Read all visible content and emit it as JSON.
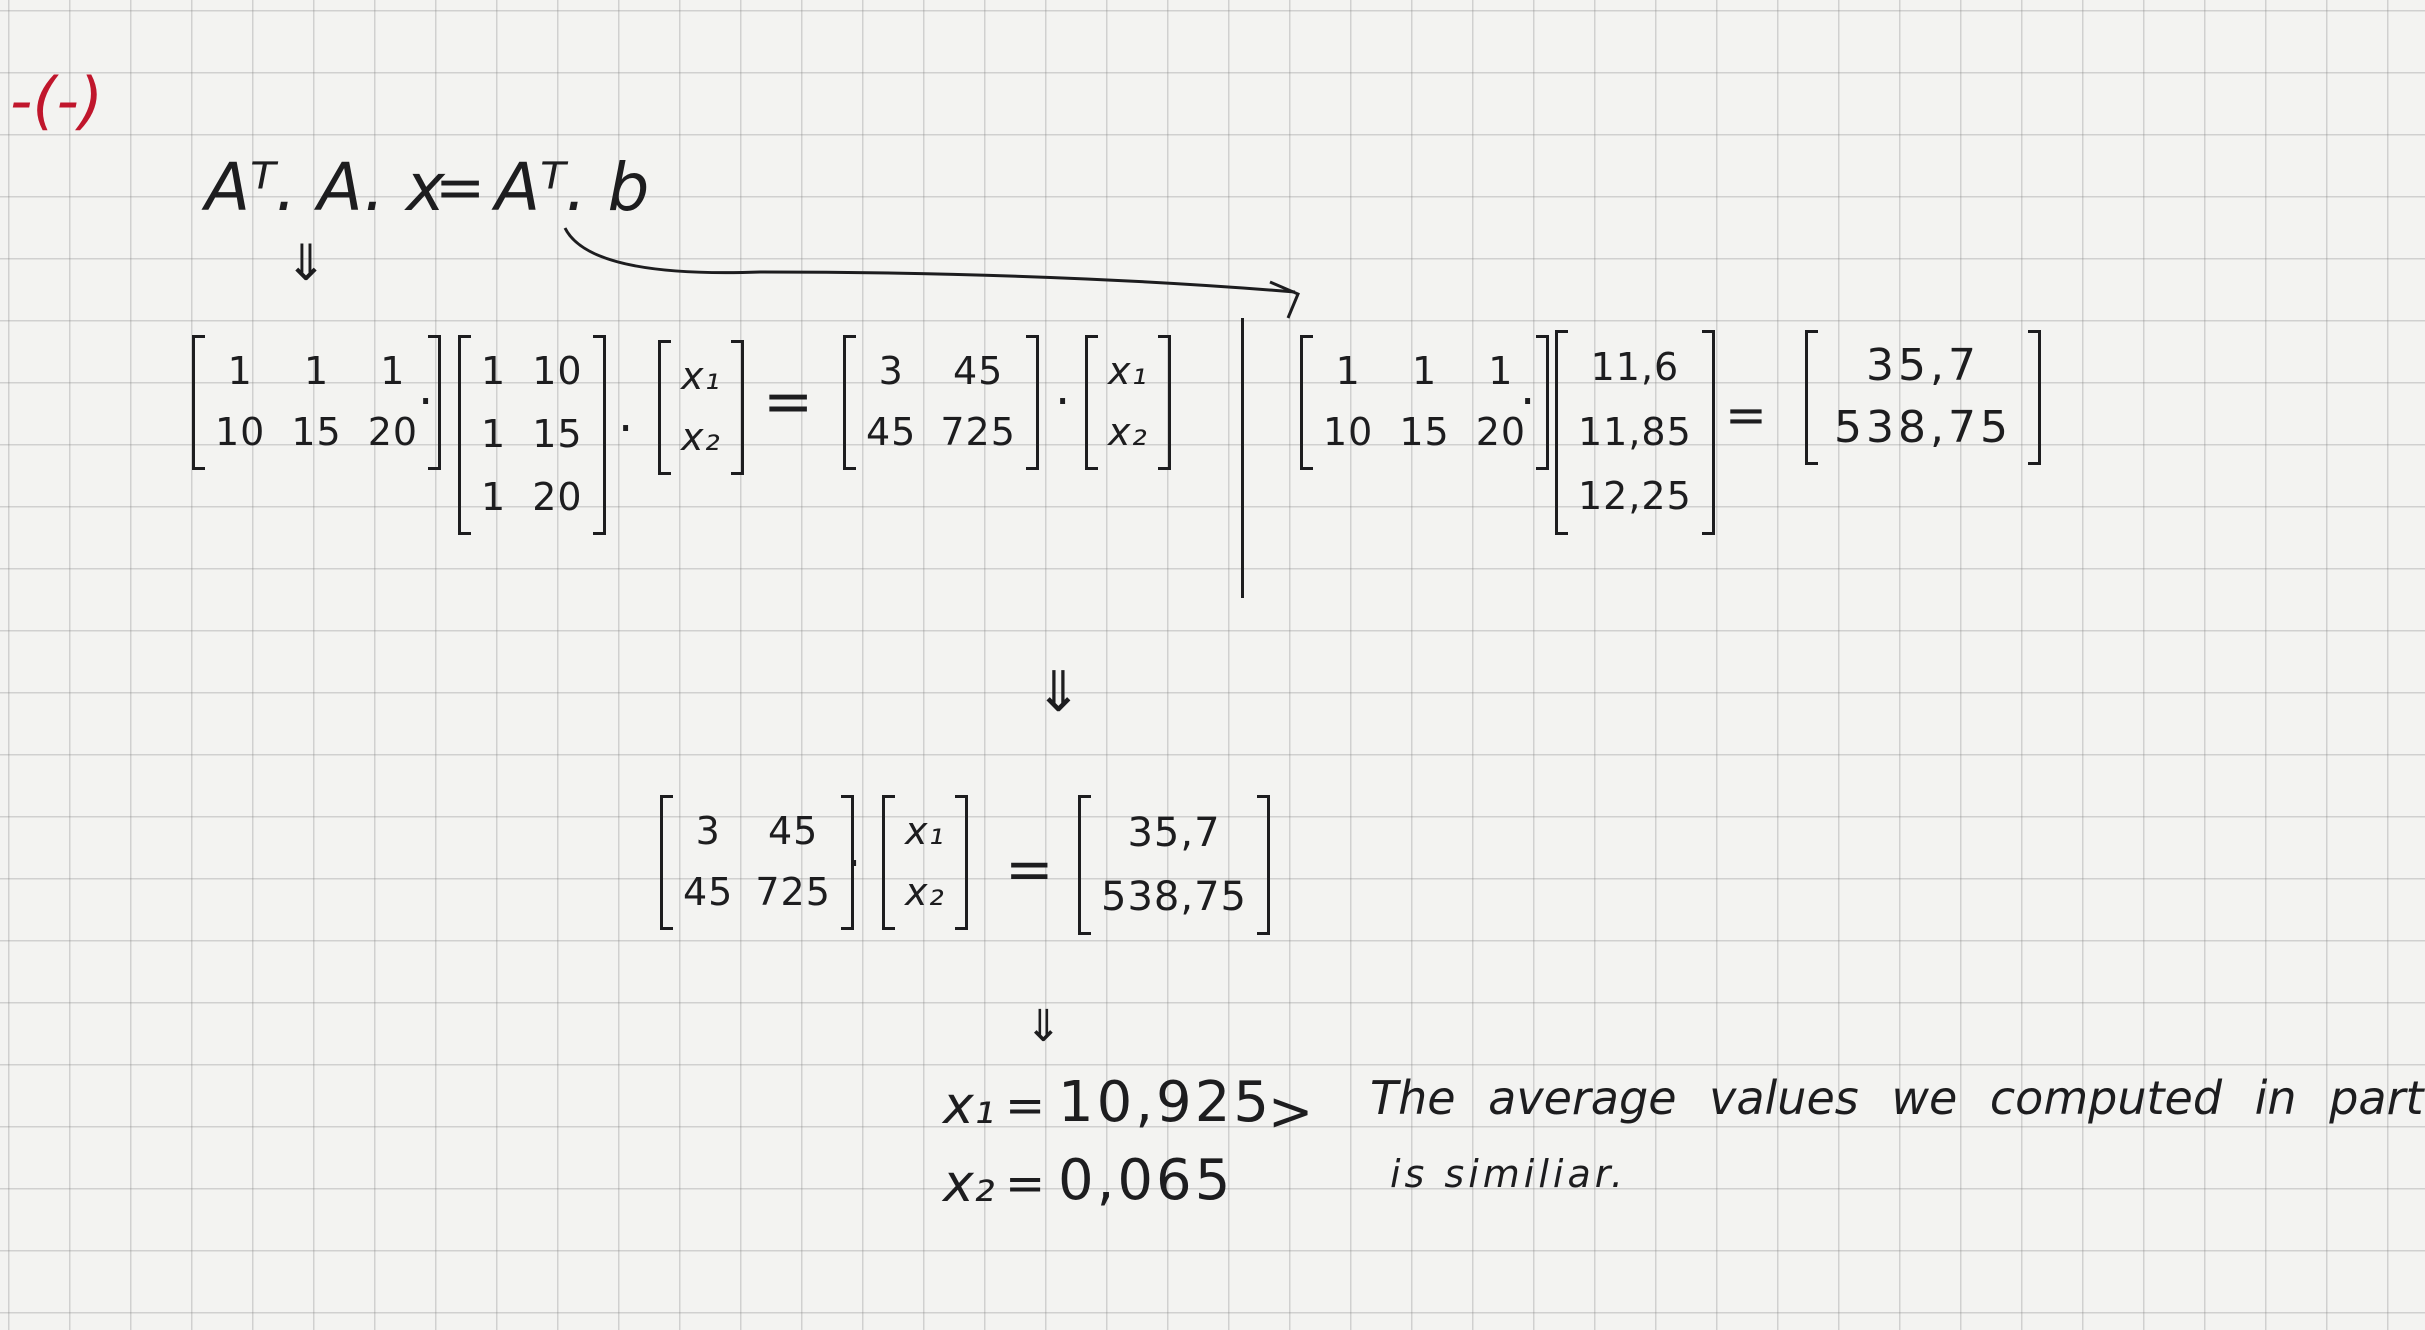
{
  "part_label": "-(-)",
  "equation": {
    "lhs": "Aᵀ. A. x",
    "eq": "=",
    "rhs": "Aᵀ. b"
  },
  "step1": {
    "AT": [
      [
        "1",
        "1",
        "1"
      ],
      [
        "10",
        "15",
        "20"
      ]
    ],
    "A": [
      [
        "1",
        "10"
      ],
      [
        "1",
        "15"
      ],
      [
        "1",
        "20"
      ]
    ],
    "x": [
      [
        "x₁"
      ],
      [
        "x₂"
      ]
    ],
    "ATA": [
      [
        "3",
        "45"
      ],
      [
        "45",
        "725"
      ]
    ],
    "x2": [
      [
        "x₁"
      ],
      [
        "x₂"
      ]
    ],
    "dot": "·",
    "eq": "="
  },
  "step2": {
    "AT": [
      [
        "1",
        "1",
        "1"
      ],
      [
        "10",
        "15",
        "20"
      ]
    ],
    "b": [
      [
        "11,6"
      ],
      [
        "11,85"
      ],
      [
        "12,25"
      ]
    ],
    "ATb": [
      [
        "35,7"
      ],
      [
        "538,75"
      ]
    ],
    "dot": "·",
    "eq": "="
  },
  "step3": {
    "ATA": [
      [
        "3",
        "45"
      ],
      [
        "45",
        "725"
      ]
    ],
    "x": [
      [
        "x₁"
      ],
      [
        "x₂"
      ]
    ],
    "ATb": [
      [
        "35,7"
      ],
      [
        "538,75"
      ]
    ],
    "dot": "·",
    "eq": "="
  },
  "results": {
    "x1_label": "x₁",
    "x1_eq": "=",
    "x1_value": "10,925",
    "x2_label": "x₂",
    "x2_eq": "=",
    "x2_value": "0,065",
    "arrow": ">"
  },
  "note": {
    "line1": "The average values we computed in part b",
    "line2": "is similiar."
  },
  "arrows": {
    "down": "⇓"
  },
  "colors": {
    "ink": "#1d1d1f",
    "red": "#c0162c",
    "paper": "#f3f3f1",
    "grid": "#b4b4b4"
  }
}
